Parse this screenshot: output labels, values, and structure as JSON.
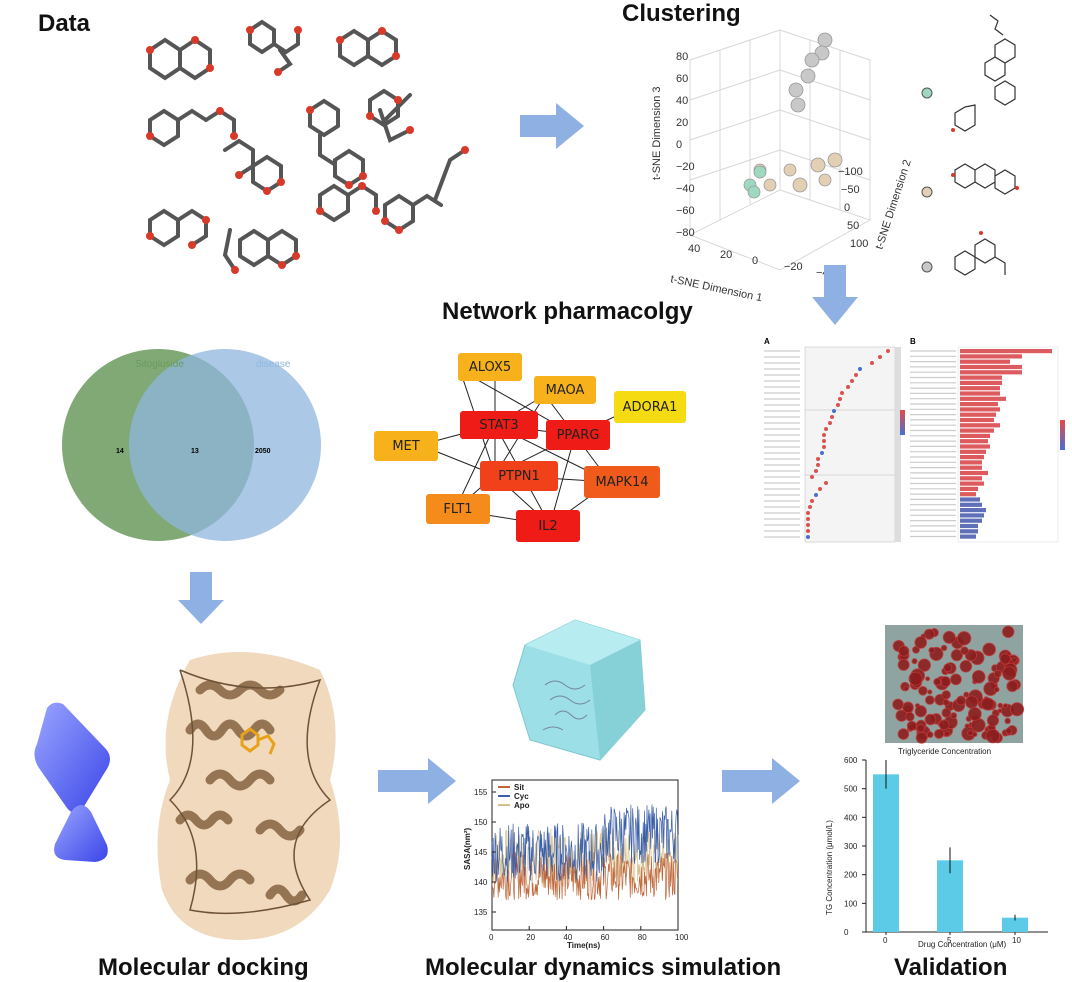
{
  "titles": {
    "data": "Data",
    "clustering": "Clustering",
    "network": "Network pharmacolgy",
    "docking": "Molecular docking",
    "md": "Molecular dynamics simulation",
    "validation": "Validation"
  },
  "tsne": {
    "axis1": "t-SNE Dimension 1",
    "axis2": "t-SNE Dimension 2",
    "axis3": "t-SNE Dimension 3",
    "ticks3": [
      "80",
      "60",
      "40",
      "20",
      "0",
      "−20",
      "−40",
      "−60",
      "−80"
    ],
    "ticks2": [
      "−100",
      "−50",
      "0",
      "50",
      "100"
    ],
    "ticks1": [
      "40",
      "20",
      "0",
      "−20",
      "−40"
    ]
  },
  "venn": {
    "left_label": "Sitogluside",
    "right_label": "disease",
    "left_only": "14",
    "overlap": "13",
    "right_only": "2050",
    "colors": {
      "left": "#6b9a5e",
      "right": "#8fb7df"
    }
  },
  "network": {
    "nodes": [
      {
        "id": "ALOX5",
        "label": "ALOX5"
      },
      {
        "id": "MAOA",
        "label": "MAOA"
      },
      {
        "id": "ADORA1",
        "label": "ADORA1"
      },
      {
        "id": "STAT3",
        "label": "STAT3"
      },
      {
        "id": "PPARG",
        "label": "PPARG"
      },
      {
        "id": "MET",
        "label": "MET"
      },
      {
        "id": "PTPN1",
        "label": "PTPN1"
      },
      {
        "id": "MAPK14",
        "label": "MAPK14"
      },
      {
        "id": "FLT1",
        "label": "FLT1"
      },
      {
        "id": "IL2",
        "label": "IL2"
      }
    ]
  },
  "enrichment": {
    "panel_a": "A",
    "panel_b": "B"
  },
  "tg_chart": {
    "title": "Triglyceride Concentration",
    "ylabel": "TG Concentration (μmol/L)",
    "xlabel": "Drug Concentration (μM)",
    "yticks": [
      "0",
      "100",
      "200",
      "300",
      "400",
      "500",
      "600"
    ]
  },
  "sasa_chart": {
    "ylabel": "SASA(nm²)",
    "xlabel": "Time(ns)",
    "yticks": [
      "135",
      "140",
      "145",
      "150",
      "155"
    ],
    "xticks": [
      "0",
      "20",
      "40",
      "60",
      "80",
      "100"
    ],
    "legend": [
      "Sit",
      "Cyc",
      "Apo"
    ]
  },
  "chart_data": [
    {
      "type": "bar",
      "title": "Triglyceride Concentration",
      "xlabel": "Drug Concentration (μM)",
      "ylabel": "TG Concentration (μmol/L)",
      "categories": [
        "0",
        "5",
        "10"
      ],
      "values": [
        550,
        250,
        50
      ],
      "errors": [
        50,
        45,
        10
      ],
      "ylim": [
        0,
        600
      ],
      "color": "#5bcbe8"
    },
    {
      "type": "line",
      "xlabel": "Time(ns)",
      "ylabel": "SASA(nm²)",
      "xlim": [
        0,
        100
      ],
      "ylim": [
        132,
        157
      ],
      "series": [
        {
          "name": "Sit",
          "color": "#c0663a",
          "mean": 141,
          "amp": 4
        },
        {
          "name": "Cyc",
          "color": "#3b5fa8",
          "mean": 145,
          "amp": 5
        },
        {
          "name": "Apo",
          "color": "#d6c08e",
          "mean": 144,
          "amp": 5
        }
      ]
    }
  ]
}
